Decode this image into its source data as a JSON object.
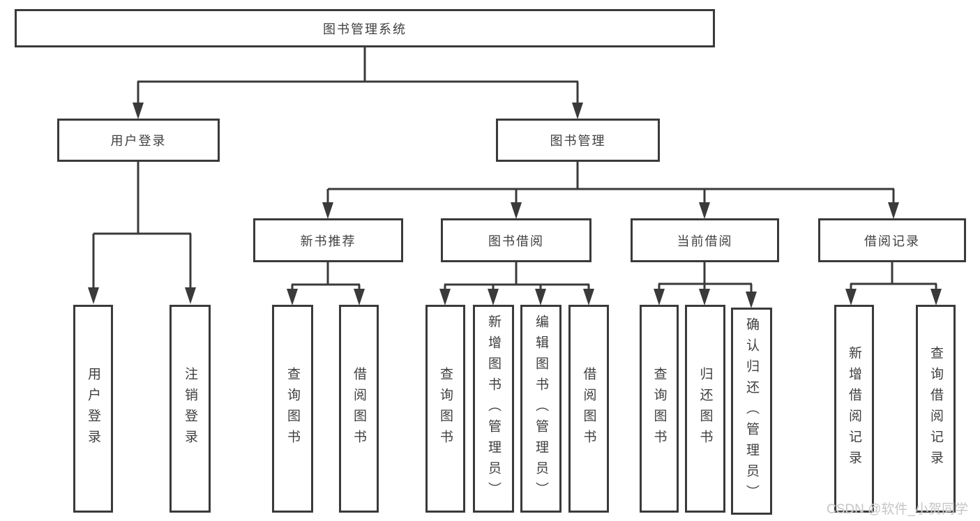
{
  "colors": {
    "line": "#3a3a3a",
    "box_border": "#3a3a3a",
    "text": "#3f3f3f",
    "background": "#ffffff",
    "watermark_text": "#c6c6c6"
  },
  "watermark": {
    "text": "CSDN @软件_小贺同学"
  },
  "diagram": {
    "root": {
      "label": "图书管理系统",
      "children": [
        {
          "label": "用户登录",
          "children": [
            {
              "label": "用户登录"
            },
            {
              "label": "注销登录"
            }
          ]
        },
        {
          "label": "图书管理",
          "children": [
            {
              "label": "新书推荐",
              "children": [
                {
                  "label": "查询图书"
                },
                {
                  "label": "借阅图书"
                }
              ]
            },
            {
              "label": "图书借阅",
              "children": [
                {
                  "label": "查询图书"
                },
                {
                  "label": "新增图书（管理员）"
                },
                {
                  "label": "编辑图书（管理员）"
                },
                {
                  "label": "借阅图书"
                }
              ]
            },
            {
              "label": "当前借阅",
              "children": [
                {
                  "label": "查询图书"
                },
                {
                  "label": "归还图书"
                },
                {
                  "label": "确认归还（管理员）"
                }
              ]
            },
            {
              "label": "借阅记录",
              "children": [
                {
                  "label": "新增借阅记录"
                },
                {
                  "label": "查询借阅记录"
                }
              ]
            }
          ]
        }
      ]
    }
  }
}
